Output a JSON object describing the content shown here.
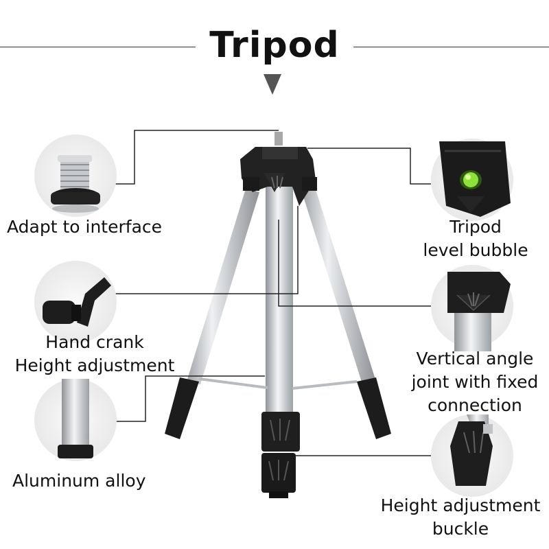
{
  "title": "Tripod",
  "labels": {
    "adapt": "Adapt to interface",
    "level_line1": "Tripod",
    "level_line2": "level bubble",
    "crank_line1": "Hand crank",
    "crank_line2": "Height adjustment",
    "vertical_line1": "Vertical angle",
    "vertical_line2": "joint with fixed",
    "vertical_line3": "connection",
    "aluminum": "Aluminum alloy",
    "buckle_line1": "Height adjustment",
    "buckle_line2": "buckle"
  },
  "colors": {
    "aluminum": "#c9ccd0",
    "plastic": "#1c1c1c",
    "bubble": "#8ee23a",
    "callout_line": "#222222"
  }
}
